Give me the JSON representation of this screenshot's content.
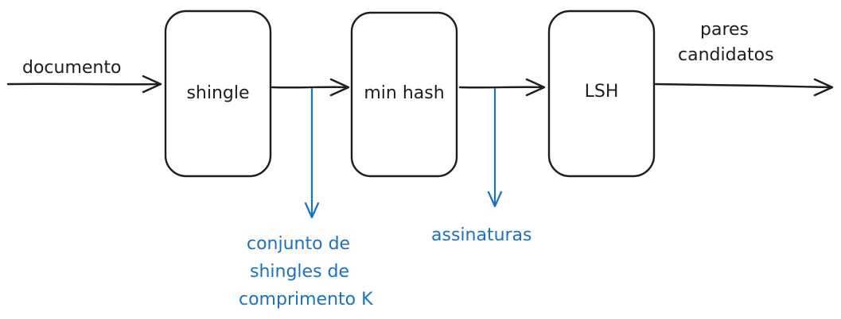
{
  "diagram": {
    "input_label": "documento",
    "output_label_line1": "pares",
    "output_label_line2": "candidatos",
    "boxes": [
      {
        "label": "shingle"
      },
      {
        "label": "min hash"
      },
      {
        "label": "LSH"
      }
    ],
    "side_outputs": {
      "shingles": {
        "line1": "conjunto de",
        "line2": "shingles de",
        "line3": "comprimento K"
      },
      "signatures": {
        "line1": "assinaturas"
      }
    },
    "colors": {
      "ink": "#1e1e1e",
      "accent": "#1971c2",
      "background": "#ffffff"
    }
  }
}
